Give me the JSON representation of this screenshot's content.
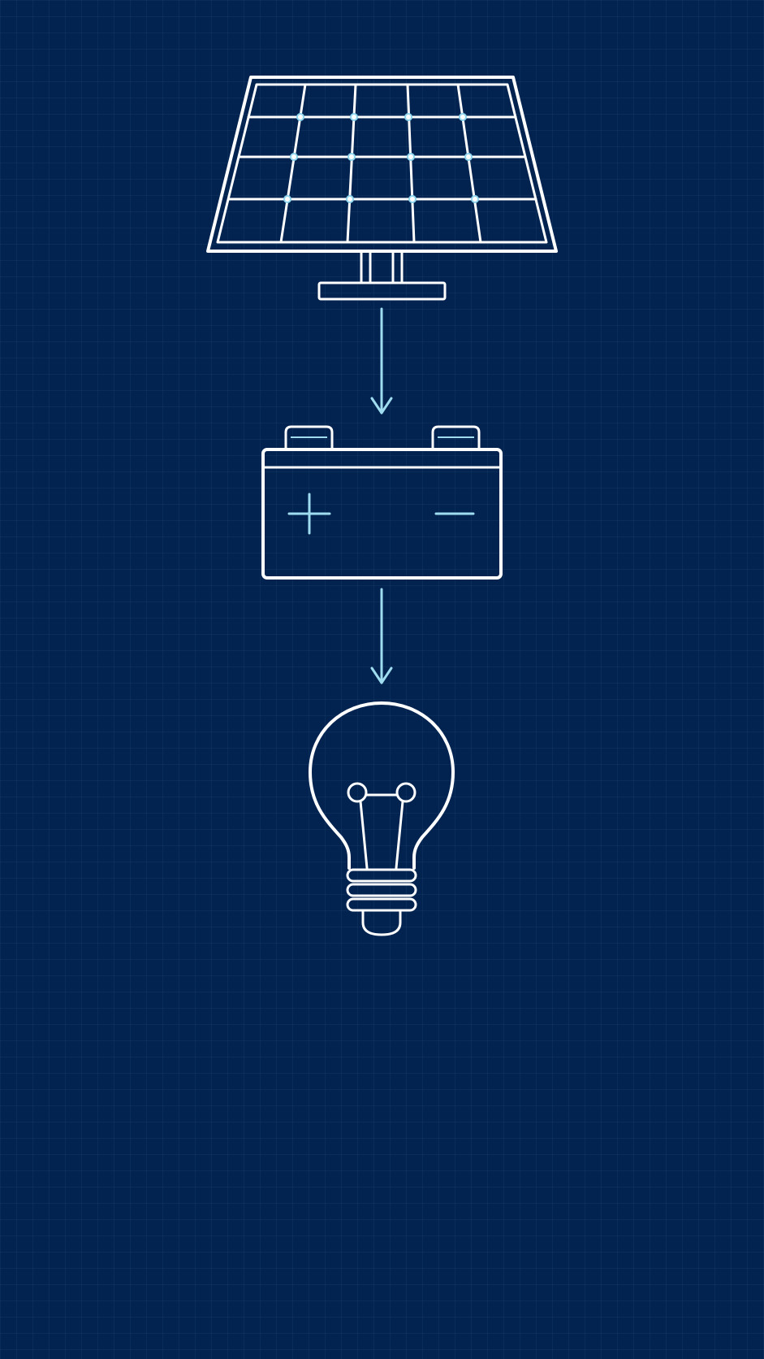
{
  "diagram": {
    "type": "energy-flow",
    "components": [
      {
        "id": "solar-panel",
        "icon": "solar-panel-icon"
      },
      {
        "id": "battery",
        "icon": "battery-icon",
        "terminals": [
          "+",
          "−"
        ]
      },
      {
        "id": "light-bulb",
        "icon": "light-bulb-icon"
      }
    ],
    "connections": [
      {
        "from": "solar-panel",
        "to": "battery"
      },
      {
        "from": "battery",
        "to": "light-bulb"
      }
    ]
  },
  "colors": {
    "background": "#02234f",
    "grid": "#1c3c68",
    "stroke": "#ffffff",
    "accent": "#9fdcf0"
  }
}
